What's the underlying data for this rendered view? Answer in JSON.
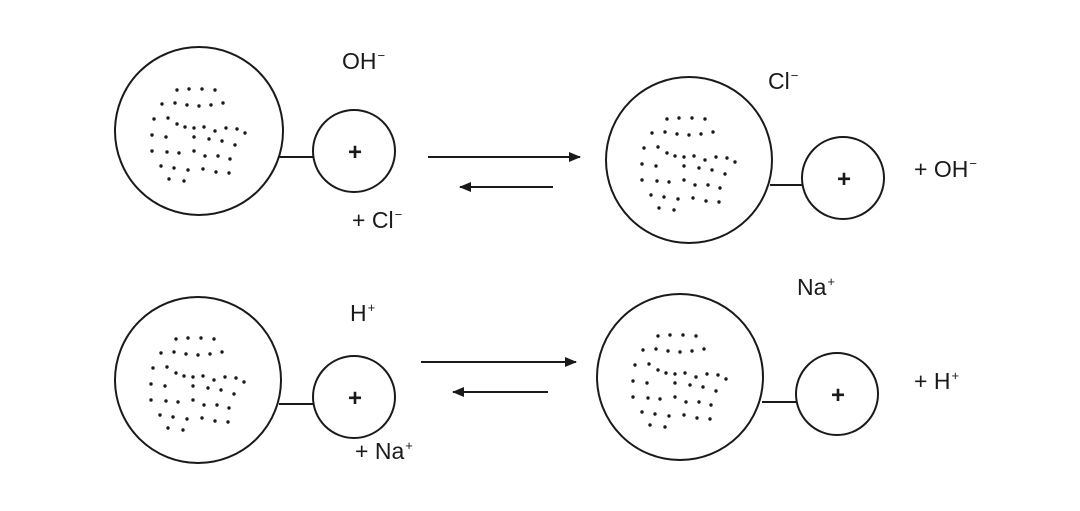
{
  "colors": {
    "ink": "#1a1a1a",
    "background": "#ffffff"
  },
  "exchanges": [
    {
      "left": {
        "ion_top": {
          "base": "OH",
          "charge": "−"
        },
        "released": {
          "prefix": "+ ",
          "base": "Cl",
          "charge": "−"
        },
        "site_sign": "+"
      },
      "right": {
        "ion_top": {
          "base": "Cl",
          "charge": "−"
        },
        "released": {
          "prefix": "+ ",
          "base": "OH",
          "charge": "−"
        },
        "site_sign": "+"
      }
    },
    {
      "left": {
        "ion_top": {
          "base": "H",
          "charge": "+"
        },
        "released": {
          "prefix": "+ ",
          "base": "Na",
          "charge": "+"
        },
        "site_sign": "+"
      },
      "right": {
        "ion_top": {
          "base": "Na",
          "charge": "+"
        },
        "released": {
          "prefix": "+ ",
          "base": "H",
          "charge": "+"
        },
        "site_sign": "+"
      }
    }
  ]
}
